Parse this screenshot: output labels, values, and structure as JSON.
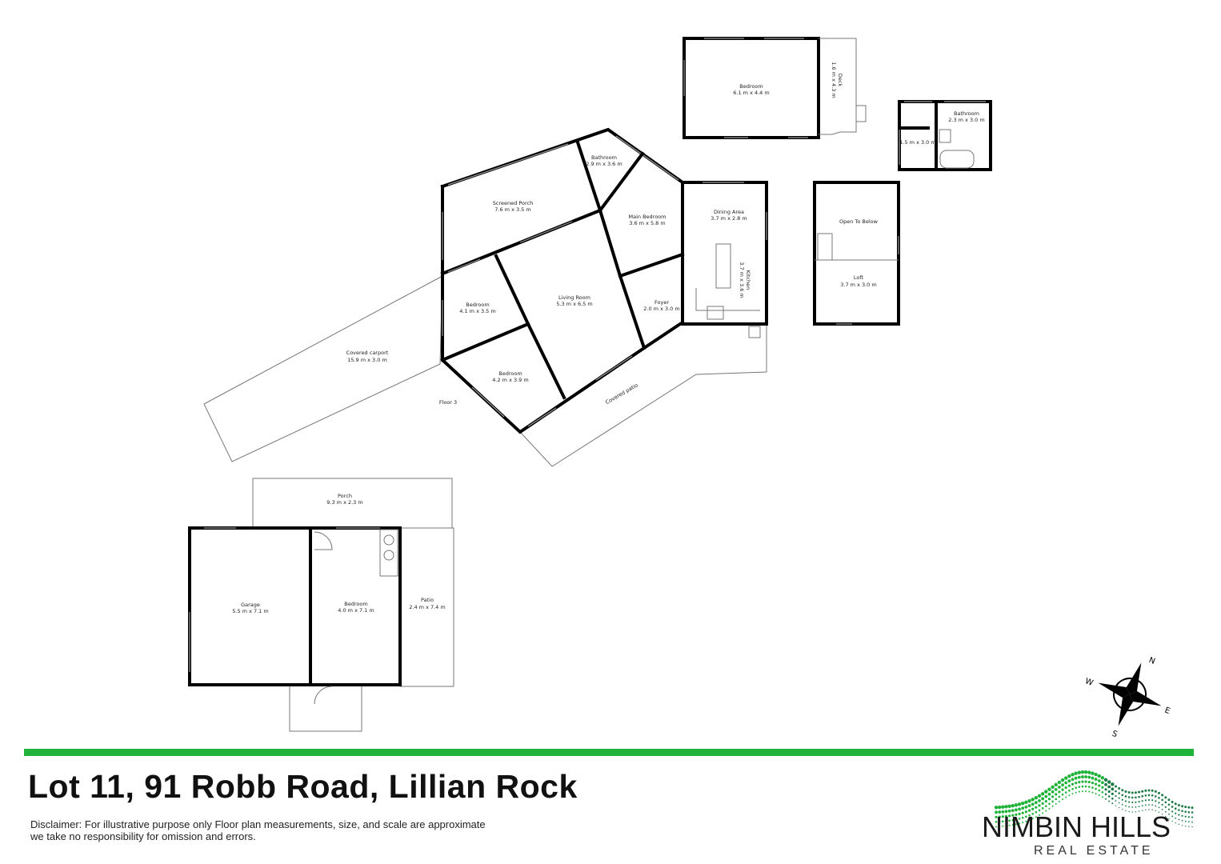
{
  "title": "Lot 11, 91 Robb Road, Lillian Rock",
  "disclaimer": [
    "Disclaimer: For illustrative purpose only Floor plan measurements, size, and scale are approximate",
    "we take no responsibility for omission and errors."
  ],
  "logo": {
    "name": "NIMBIN HILLS",
    "subtitle": "REAL ESTATE",
    "accent": "#1fb33a"
  },
  "floor_label": "Floor 3",
  "compass": {
    "n": "N",
    "e": "E",
    "s": "S",
    "w": "W"
  },
  "rooms": {
    "studio_bedroom": {
      "name": "Bedroom",
      "size": "6.1 m x 4.4 m"
    },
    "deck": {
      "name": "Deck",
      "size": "1.6 m x 4.3 m"
    },
    "bath_small": {
      "name": "Bathroom",
      "size": "2.3 m x 3.0 m"
    },
    "bath_room2": {
      "name": "",
      "size": "1.5 m x 3.0 m"
    },
    "screened_porch": {
      "name": "Screened Porch",
      "size": "7.6 m x 3.5 m"
    },
    "bathroom": {
      "name": "Bathroom",
      "size": "2.9 m x 3.6 m"
    },
    "main_bedroom": {
      "name": "Main Bedroom",
      "size": "3.6 m x 5.8 m"
    },
    "dining": {
      "name": "Dining Area",
      "size": "3.7 m x 2.8 m"
    },
    "kitchen": {
      "name": "Kitchen",
      "size": "3.7 m x 3.6 m"
    },
    "open_below": {
      "name": "Open To Below"
    },
    "loft": {
      "name": "Loft",
      "size": "3.7 m x 3.0 m"
    },
    "bedroom_a": {
      "name": "Bedroom",
      "size": "4.1 m x 3.5 m"
    },
    "living": {
      "name": "Living Room",
      "size": "5.3 m x 6.5 m"
    },
    "foyer": {
      "name": "Foyer",
      "size": "2.0 m x 3.0 m"
    },
    "carport": {
      "name": "Covered carport",
      "size": "15.9 m x 3.0 m"
    },
    "bedroom_b": {
      "name": "Bedroom",
      "size": "4.2 m x 3.9 m"
    },
    "patio_covered": {
      "name": "Covered patio"
    },
    "porch": {
      "name": "Porch",
      "size": "9.3 m x 2.3 m"
    },
    "garage": {
      "name": "Garage",
      "size": "5.5 m x 7.1 m"
    },
    "bedroom_c": {
      "name": "Bedroom",
      "size": "4.0 m x 7.1 m"
    },
    "patio": {
      "name": "Patio",
      "size": "2.4 m x 7.4 m"
    }
  }
}
